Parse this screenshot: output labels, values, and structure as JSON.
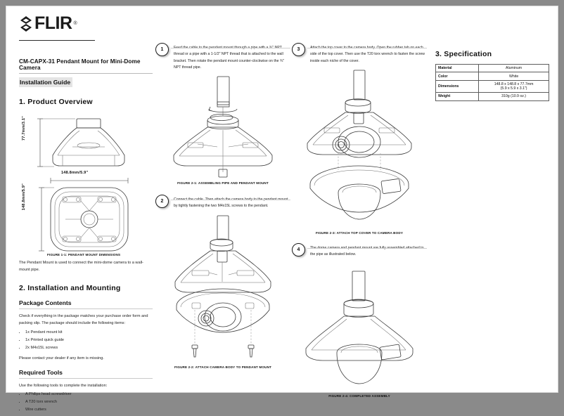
{
  "brand": {
    "name": "FLIR",
    "trademark": "®",
    "logo_icon": "flir-diamond-logo"
  },
  "header": {
    "title": "CM-CAPX-31 Pendant Mount for Mini-Dome Camera",
    "subtitle": "Installation Guide"
  },
  "sections": {
    "product_overview": {
      "heading": "1.  Product Overview",
      "figure_caption_prefix": "Figure 1-1",
      "figure_caption": "Figure 1-1: Pendant Mount Dimensions",
      "dimensions": {
        "height": "77.7mm/3.1\"",
        "width": "148.8mm/5.9\"",
        "depth": "148.8mm/5.9\""
      },
      "description": "The Pendant Mount is used to connect the mini-dome camera to a wall-mount pipe."
    },
    "installation": {
      "heading": "2.  Installation and Mounting",
      "package_contents": {
        "heading": "Package Contents",
        "intro": "Check if everything in the package matches your purchase order form and packing slip. The package should include the following items:",
        "items": [
          "1x Pendant mount kit",
          "1x Printed quick guide",
          "2x M4x15L screws"
        ],
        "note": "Please contact your dealer if any item is missing."
      },
      "required_tools": {
        "heading": "Required Tools",
        "intro": "Use the following tools to complete the installation:",
        "items": [
          "A Philips head screwdriver",
          "A T20 torx wrench",
          "Wire cutters"
        ]
      }
    },
    "specification": {
      "heading": "3.  Specification",
      "rows": [
        {
          "key": "Material",
          "value": "Aluminum"
        },
        {
          "key": "Color",
          "value": "White"
        },
        {
          "key": "Dimensions",
          "value": "148.8 x 148.8 x 77.7mm",
          "value2": "(5.9 x 5.9 x 3.1\")"
        },
        {
          "key": "Weight",
          "value": "310g (10.9 oz.)"
        }
      ]
    }
  },
  "steps": [
    {
      "number": "1",
      "text": "Feed the cable to the pendant mount through a pipe with a ¾\" NPT thread or a pipe with a 1-1/2\" NPT thread that is attached to the wall bracket. Then rotate the pendant mount counter-clockwise on the ¾\" NPT thread pipe.",
      "figure_caption": "Figure 2-1: Assembling pipe and pendant mount"
    },
    {
      "number": "2",
      "text": "Connect the cable. Then attach the camera body to the pendant mount by tightly fastening the two M4x15L screws to the pendant.",
      "figure_caption": "Figure 2-2: Attach camera body to pendant mount"
    },
    {
      "number": "3",
      "text": "Attach the top cover to the camera body. Open the rubber tab on each side of the top cover. Then use the T20 torx wrench to fasten the screw inside each niche of the cover.",
      "figure_caption": "Figure 2-3: Attach top cover to camera body"
    },
    {
      "number": "4",
      "text": "The dome camera and pendant mount are fully assembled attached to the pipe as illustrated below.",
      "figure_caption": "Figure 2-4: Completed assembly"
    }
  ],
  "colors": {
    "page_background": "#ffffff",
    "canvas_background": "#8a8a8a",
    "text": "#222222",
    "heading": "#111111",
    "highlight": "#e4e4e4",
    "line_art": "#3a3a3a"
  }
}
